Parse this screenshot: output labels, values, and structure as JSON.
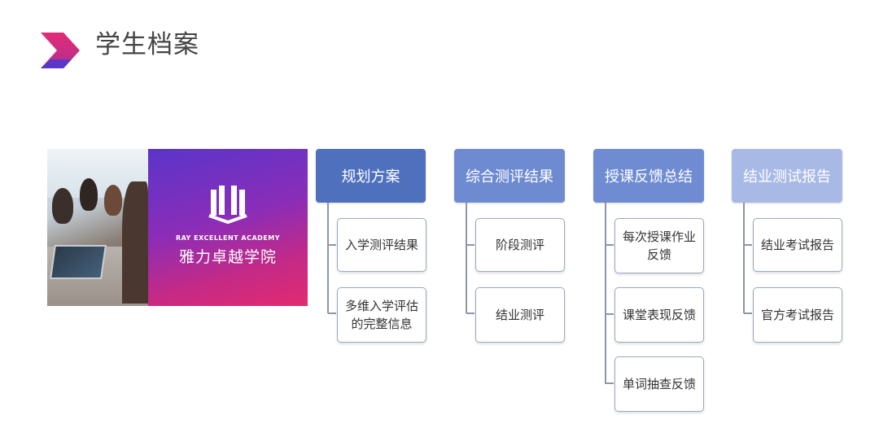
{
  "page": {
    "title": "学生档案"
  },
  "colors": {
    "logo_top": "#e42b76",
    "logo_bottom": "#5b36c9",
    "head_1": "#4e70bd",
    "head_2": "#6e8bd1",
    "head_3": "#6f8cd3",
    "head_4": "#a9b9e6"
  },
  "banner": {
    "brand_en": "RAY EXCELLENT ACADEMY",
    "brand_cn": "雅力卓越学院"
  },
  "columns": [
    {
      "header": "规划方案",
      "items": [
        "入学测评结果",
        "多维入学评估的完整信息"
      ]
    },
    {
      "header": "综合测评结果",
      "items": [
        "阶段测评",
        "结业测评"
      ]
    },
    {
      "header": "授课反馈总结",
      "items": [
        "每次授课作业反馈",
        "课堂表现反馈",
        "单词抽查反馈"
      ]
    },
    {
      "header": "结业测试报告",
      "items": [
        "结业考试报告",
        "官方考试报告"
      ]
    }
  ]
}
